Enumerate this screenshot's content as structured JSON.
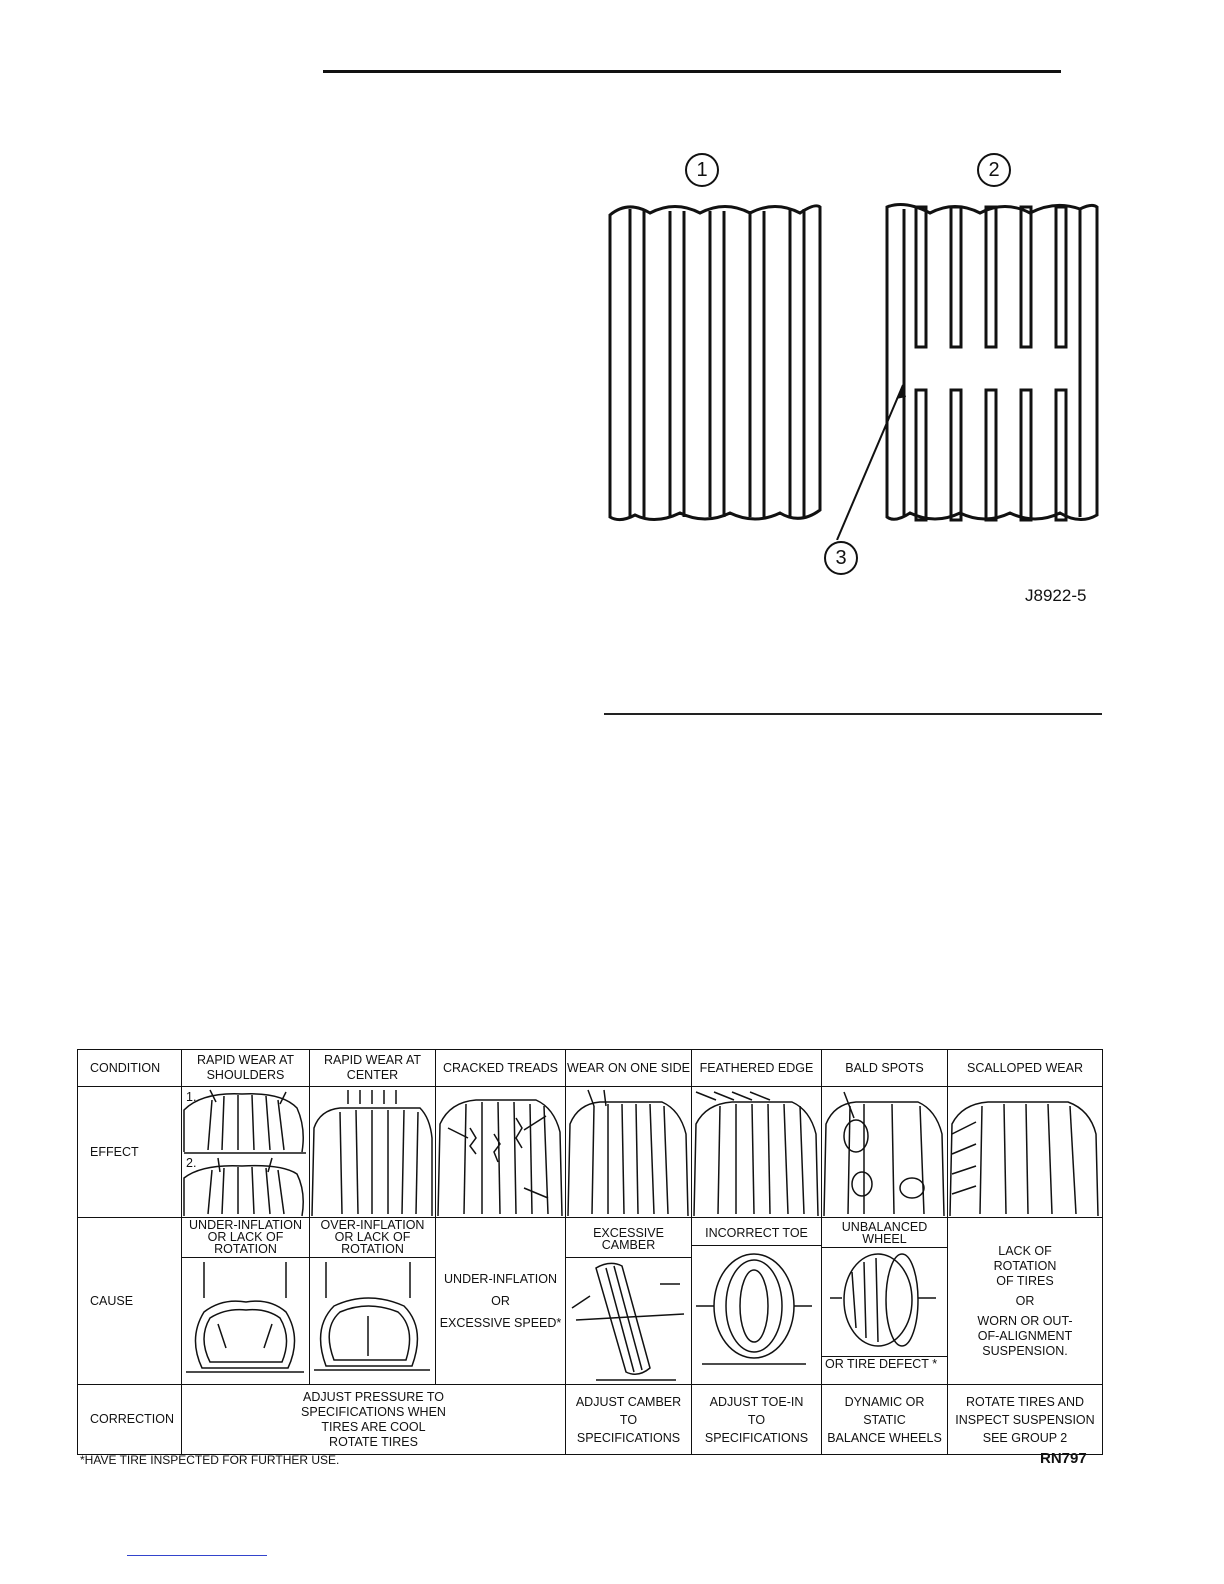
{
  "figure": {
    "callouts": [
      "1",
      "2",
      "3"
    ],
    "code": "J8922-5"
  },
  "wear_table": {
    "row_labels": {
      "condition": "CONDITION",
      "effect": "EFFECT",
      "cause": "CAUSE",
      "correction": "CORRECTION"
    },
    "conditions": [
      "RAPID WEAR AT SHOULDERS",
      "RAPID WEAR AT CENTER",
      "CRACKED TREADS",
      "WEAR ON ONE SIDE",
      "FEATHERED EDGE",
      "BALD SPOTS",
      "SCALLOPED WEAR"
    ],
    "effect_labels": [
      "1.",
      "2."
    ],
    "causes": {
      "shoulders": "UNDER-INFLATION OR LACK OF ROTATION",
      "center": "OVER-INFLATION OR LACK OF ROTATION",
      "cracked": [
        "UNDER-INFLATION",
        "OR",
        "EXCESSIVE SPEED*"
      ],
      "one_side": "EXCESSIVE CAMBER",
      "feathered": "INCORRECT TOE",
      "bald": "UNBALANCED WHEEL",
      "bald_extra": "OR TIRE DEFECT *",
      "scalloped": [
        "LACK OF",
        "ROTATION",
        "OF TIRES",
        "OR",
        "WORN OR OUT-",
        "OF-ALIGNMENT",
        "SUSPENSION."
      ]
    },
    "corrections": {
      "pressure": [
        "ADJUST PRESSURE TO",
        "SPECIFICATIONS WHEN",
        "TIRES ARE COOL",
        "ROTATE TIRES"
      ],
      "camber": [
        "ADJUST CAMBER",
        "TO",
        "SPECIFICATIONS"
      ],
      "toe": [
        "ADJUST TOE-IN",
        "TO",
        "SPECIFICATIONS"
      ],
      "balance": [
        "DYNAMIC OR",
        "STATIC",
        "BALANCE WHEELS"
      ],
      "rotate": [
        "ROTATE TIRES AND",
        "INSPECT SUSPENSION",
        "SEE GROUP 2"
      ]
    }
  },
  "footnote": "*HAVE TIRE INSPECTED FOR FURTHER USE.",
  "table_code": "RN797"
}
